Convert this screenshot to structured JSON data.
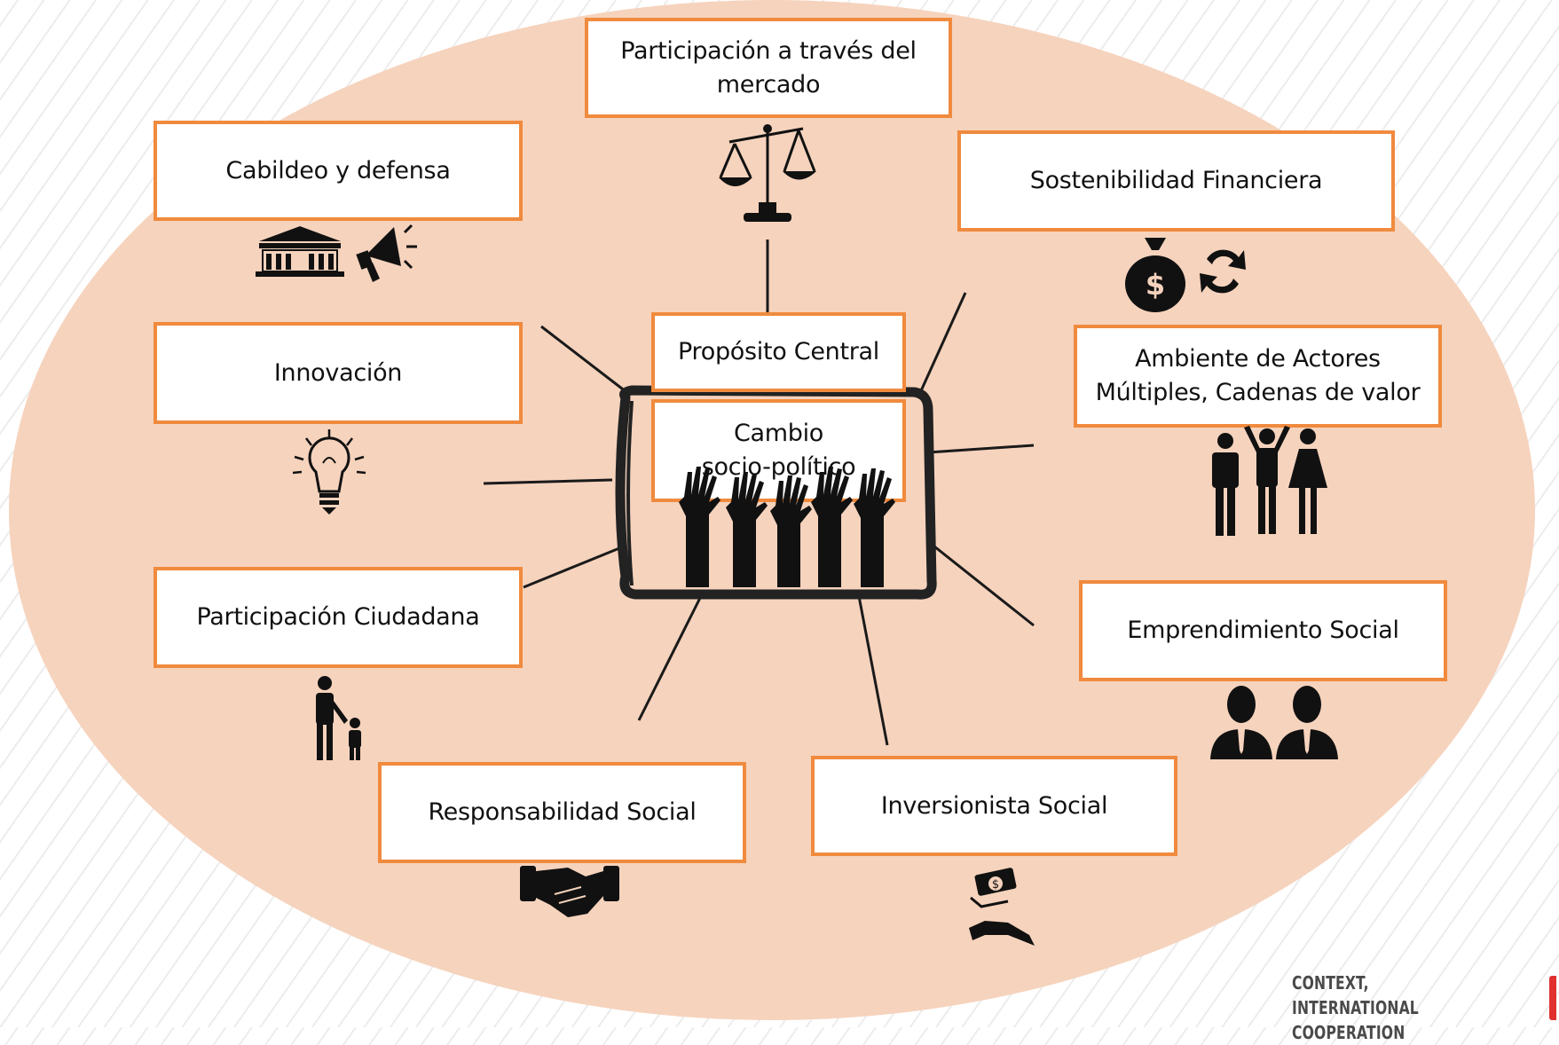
{
  "diagram": {
    "center_title": "Propósito Central",
    "center_subtitle": "Cambio\nsocio-político",
    "nodes": {
      "mercado": "Participación a través del\nmercado",
      "cabildeo": "Cabildeo y defensa",
      "sostenibilidad": "Sostenibilidad Financiera",
      "innovacion": "Innovación",
      "ambiente": "Ambiente de Actores\nMúltiples, Cadenas  de valor",
      "ciudadana": "Participación Ciudadana",
      "emprendimiento": "Emprendimiento Social",
      "responsabilidad": "Responsabilidad Social",
      "inversionista": "Inversionista Social"
    },
    "icons": {
      "mercado": "scales-icon",
      "cabildeo": [
        "government-building-icon",
        "megaphone-icon"
      ],
      "sostenibilidad": [
        "money-bag-icon",
        "refresh-icon"
      ],
      "innovacion": "lightbulb-icon",
      "ambiente": "people-group-icon",
      "ciudadana": "parent-child-icon",
      "emprendimiento": "business-people-icon",
      "responsabilidad": "handshake-icon",
      "inversionista": "money-hand-icon",
      "center": "raised-hands-icon"
    },
    "colors": {
      "ellipse": "#f6d3bd",
      "box_border": "#f08a3e",
      "lines": "#1a1a1a"
    }
  },
  "logo": {
    "line1": "CONTEXT,",
    "line2": "INTERNATIONAL COOPERATION",
    "accent": "#e03030"
  }
}
